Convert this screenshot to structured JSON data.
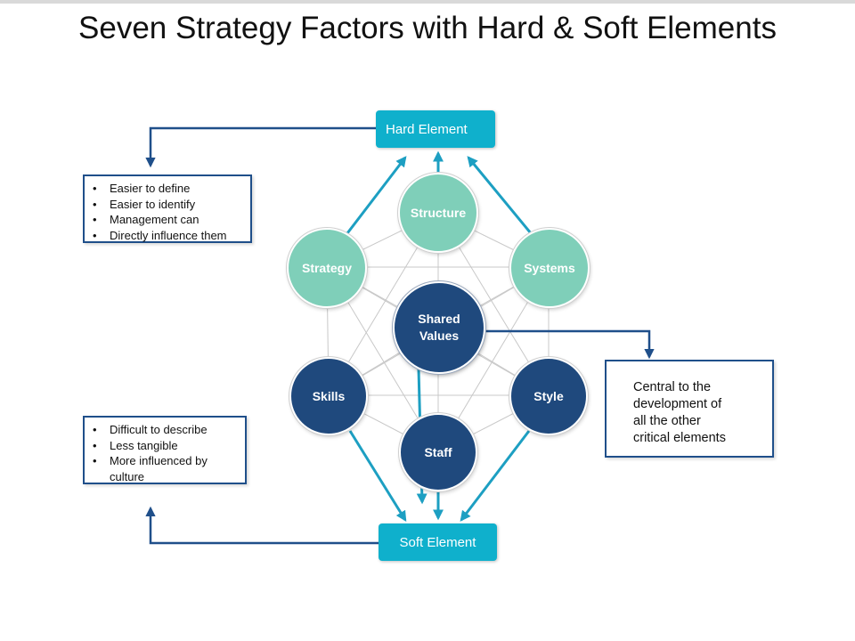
{
  "title": "Seven Strategy Factors with Hard & Soft Elements",
  "labels": {
    "hard": "Hard Element",
    "soft": "Soft Element"
  },
  "nodes": {
    "structure": "Structure",
    "strategy": "Strategy",
    "systems": "Systems",
    "shared_values_line1": "Shared",
    "shared_values_line2": "Values",
    "skills": "Skills",
    "style": "Style",
    "staff": "Staff"
  },
  "hard_box": {
    "items": [
      "Easier to define",
      "Easier to identify",
      "Management can",
      "Directly influence them"
    ]
  },
  "soft_box": {
    "items": [
      "Difficult to describe",
      "Less tangible",
      "More influenced by",
      "culture"
    ]
  },
  "central_box": {
    "lines": [
      "Central to the",
      "development of",
      "all the other",
      "critical elements"
    ]
  },
  "colors": {
    "light_node": "#7fcfb9",
    "dark_node": "#1f497d",
    "tag": "#0fb0cc",
    "arrow": "#1d9fc2",
    "connector": "#1f4f8a"
  }
}
